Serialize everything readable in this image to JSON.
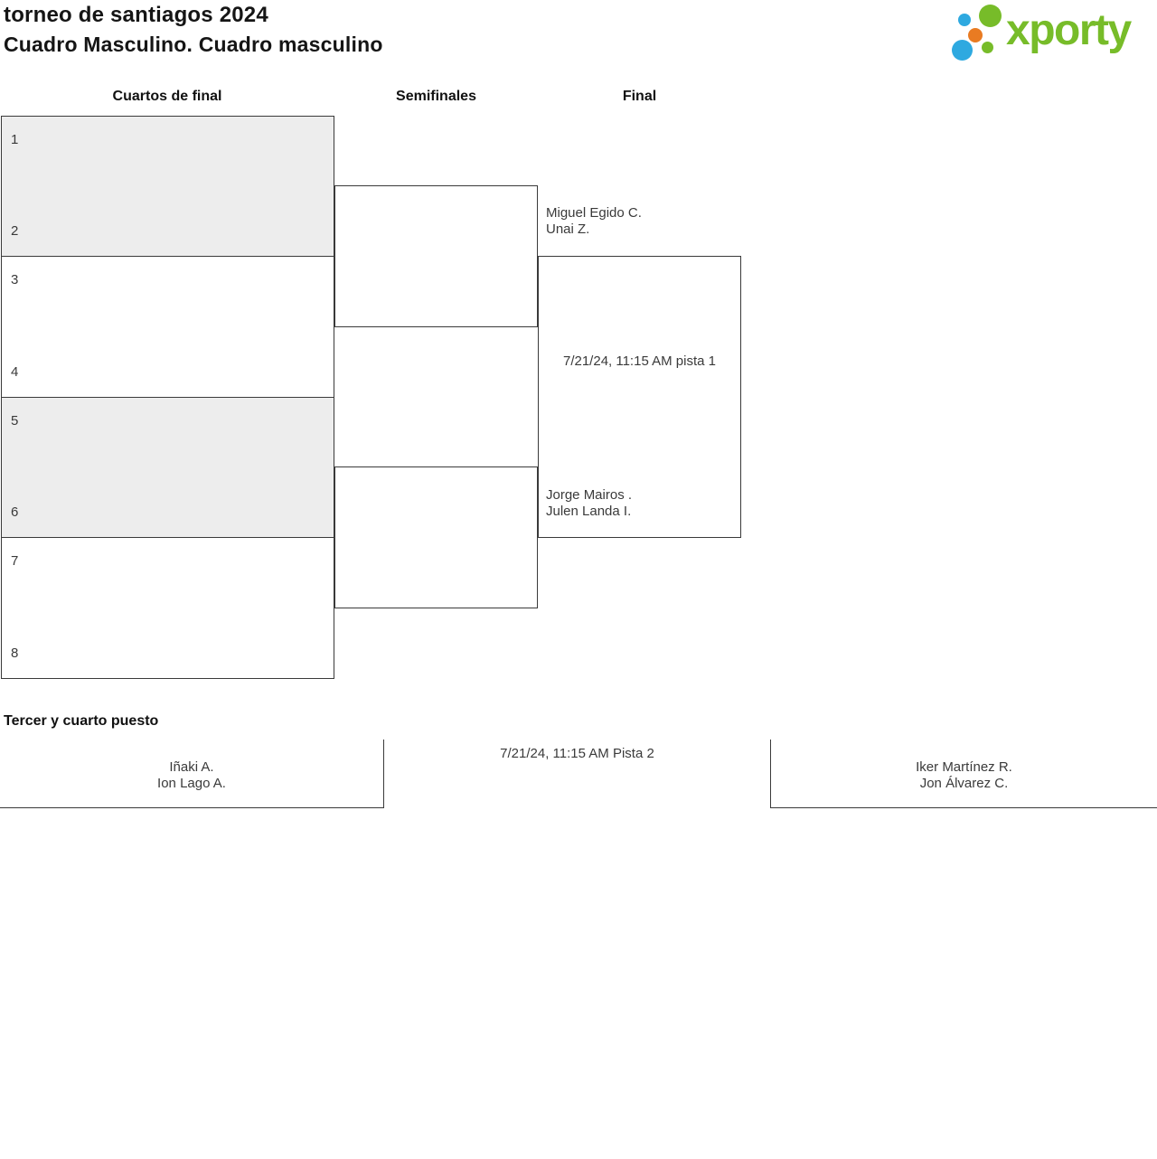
{
  "header": {
    "title": "torneo de santiagos 2024",
    "subtitle": "Cuadro Masculino. Cuadro masculino"
  },
  "logo": {
    "text": "xporty"
  },
  "colors": {
    "logo_green": "#77bc29",
    "logo_blue": "#2ea9e0",
    "logo_orange": "#e97b22",
    "bracket_border": "#3a3a3a",
    "shaded_match_bg": "#ededed",
    "text": "#3a3a3a"
  },
  "bracket": {
    "round_headers": {
      "quarters": "Cuartos de final",
      "semis": "Semifinales",
      "final": "Final"
    },
    "quarterfinals": [
      {
        "slots": [
          "1",
          "2"
        ]
      },
      {
        "slots": [
          "3",
          "4"
        ]
      },
      {
        "slots": [
          "5",
          "6"
        ]
      },
      {
        "slots": [
          "7",
          "8"
        ]
      }
    ],
    "final": {
      "top_team": [
        "Miguel Egido C.",
        "Unai Z."
      ],
      "bottom_team": [
        "Jorge Mairos .",
        "Julen Landa I."
      ],
      "schedule": "7/21/24, 11:15 AM pista 1"
    }
  },
  "third_place": {
    "heading": "Tercer y cuarto puesto",
    "left_team": [
      "Iñaki A.",
      "Ion Lago A."
    ],
    "right_team": [
      "Iker Martínez R.",
      "Jon Álvarez C."
    ],
    "schedule": "7/21/24, 11:15 AM Pista 2"
  }
}
